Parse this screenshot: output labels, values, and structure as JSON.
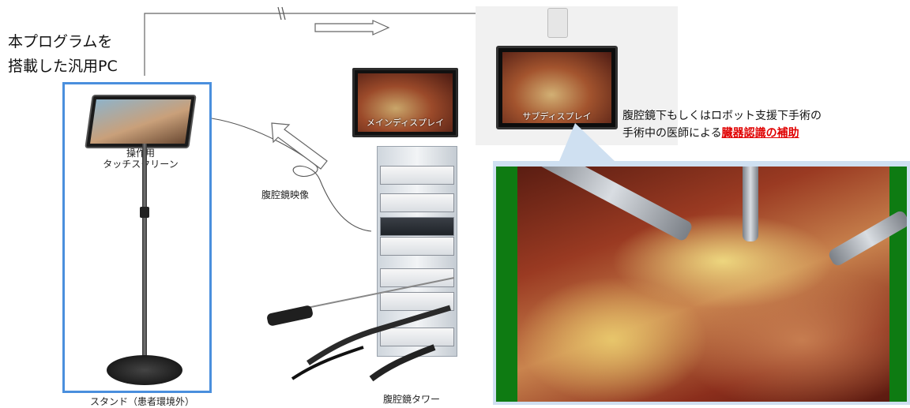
{
  "diagram": {
    "title_line1": "本プログラムを",
    "title_line2": "搭載した汎用PC",
    "touchscreen_label_line1": "操作用",
    "touchscreen_label_line2": "タッチスクリーン",
    "stand_label": "スタンド（患者環境外）",
    "laparoscope_video_label": "腹腔鏡映像",
    "main_display_label": "メインディスプレイ",
    "sub_display_label": "サブディスプレイ",
    "tower_label": "腹腔鏡タワー",
    "caption_line1": "腹腔鏡下もしくはロボット支援下手術の",
    "caption_line2_prefix": "手術中の医師による",
    "caption_line2_highlight": "臓器認識の補助"
  },
  "colors": {
    "frame_blue": "#4a8fdd",
    "callout_bg": "#cfe0f1",
    "highlight_red": "#e00000",
    "surgery_border": "#0e7b12"
  },
  "icons": {
    "arrow_right": "outline-arrow-right-icon",
    "arrow_up_left": "outline-arrow-up-left-icon"
  }
}
